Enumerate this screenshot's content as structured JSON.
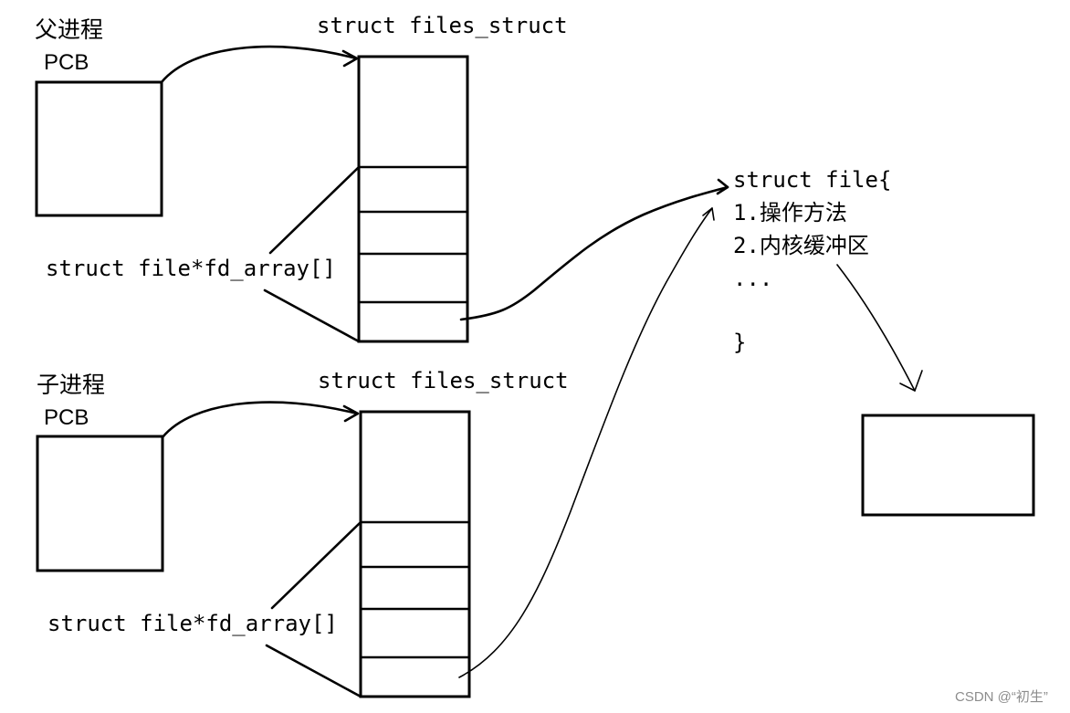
{
  "parent": {
    "title": "父进程",
    "pcb_label": "PCB",
    "files_struct_label": "struct files_struct",
    "fd_array_label": "struct file*fd_array[]"
  },
  "child": {
    "title": "子进程",
    "pcb_label": "PCB",
    "files_struct_label": "struct files_struct",
    "fd_array_label": "struct file*fd_array[]"
  },
  "file_struct": {
    "lines": [
      "struct file{",
      "1.操作方法",
      "2.内核缓冲区",
      "...",
      "}"
    ]
  },
  "watermark": "CSDN @“初生”"
}
